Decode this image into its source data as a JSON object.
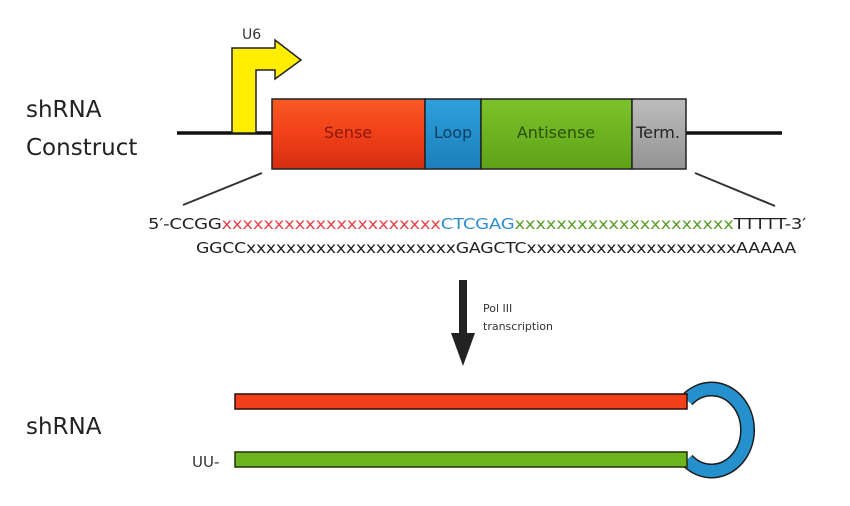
{
  "labels": {
    "construct_line1": "shRNA",
    "construct_line2": "Construct",
    "product": "shRNA",
    "promoter": "U6",
    "transcription_line1": "Pol III",
    "transcription_line2": "transcription",
    "overhang": "UU-"
  },
  "construct_segments": [
    {
      "id": "sense",
      "label": "Sense",
      "color": "#f2401a",
      "text_color": "#8a1a0a"
    },
    {
      "id": "loop",
      "label": "Loop",
      "color": "#2490cc",
      "text_color": "#0d3f66"
    },
    {
      "id": "antisense",
      "label": "Antisense",
      "color": "#6cb51f",
      "text_color": "#2b4f0a"
    },
    {
      "id": "term",
      "label": "Term.",
      "color": "#a8a8a8",
      "text_color": "#222222"
    }
  ],
  "sequence": {
    "top": [
      {
        "text": "5′-CCGG",
        "color": "#222222"
      },
      {
        "text": "xxxxxxxxxxxxxxxxxxxxx",
        "color": "#e8434a"
      },
      {
        "text": "CTCGAG",
        "color": "#2f8fcc"
      },
      {
        "text": "xxxxxxxxxxxxxxxxxxxxx",
        "color": "#5a9e2a"
      },
      {
        "text": "TTTTT-3′",
        "color": "#222222"
      }
    ],
    "bottom": [
      {
        "text": "GGCC",
        "color": "#222222"
      },
      {
        "text": "xxxxxxxxxxxxxxxxxxxxx",
        "color": "#222222"
      },
      {
        "text": "GAGCTC",
        "color": "#222222"
      },
      {
        "text": "xxxxxxxxxxxxxxxxxxxxx",
        "color": "#222222"
      },
      {
        "text": "AAAAA",
        "color": "#222222"
      }
    ]
  },
  "colors": {
    "promoter": "#ffee00",
    "sense_strand": "#f2401a",
    "antisense_strand": "#6cb51f",
    "loop": "#2490cc",
    "arrow": "#222222",
    "line": "#111111"
  }
}
